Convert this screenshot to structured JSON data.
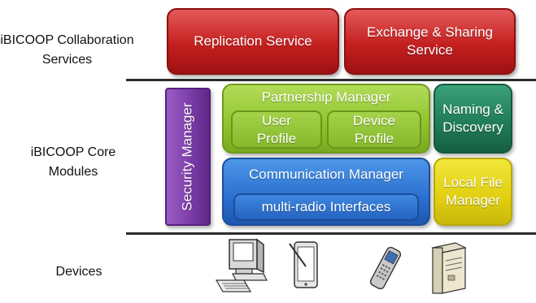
{
  "layers": {
    "services_label": "iBICOOP Collaboration Services",
    "core_label": "iBICOOP Core Modules",
    "devices_label": "Devices"
  },
  "boxes": {
    "replication": "Replication Service",
    "exchange": "Exchange & Sharing Service",
    "security": "Security Manager",
    "partnership": "Partnership Manager",
    "user_profile": "User Profile",
    "device_profile": "Device Profile",
    "naming": "Naming & Discovery",
    "communication": "Communication Manager",
    "multiradio": "multi-radio Interfaces",
    "local_file": "Local File Manager"
  },
  "devices": [
    "desktop-computer-icon",
    "tablet-icon",
    "mobile-phone-icon",
    "server-icon"
  ]
}
